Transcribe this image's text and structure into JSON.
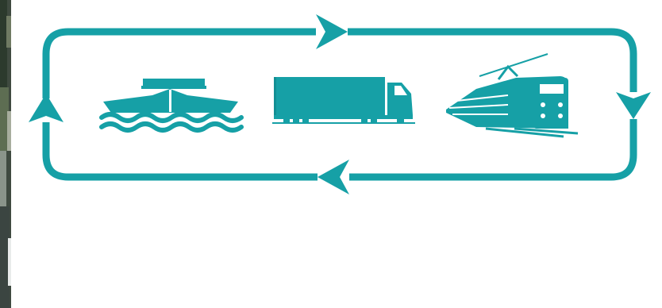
{
  "diagram": {
    "type": "transport-cycle",
    "accent_color": "#16a0a6",
    "flow": "clockwise",
    "modes": [
      {
        "name": "ship",
        "icon": "ship-icon"
      },
      {
        "name": "truck",
        "icon": "truck-icon"
      },
      {
        "name": "train",
        "icon": "train-icon"
      }
    ],
    "arrow_icons": [
      "arrow-right-icon",
      "arrow-down-icon",
      "arrow-left-icon",
      "arrow-up-icon"
    ]
  }
}
